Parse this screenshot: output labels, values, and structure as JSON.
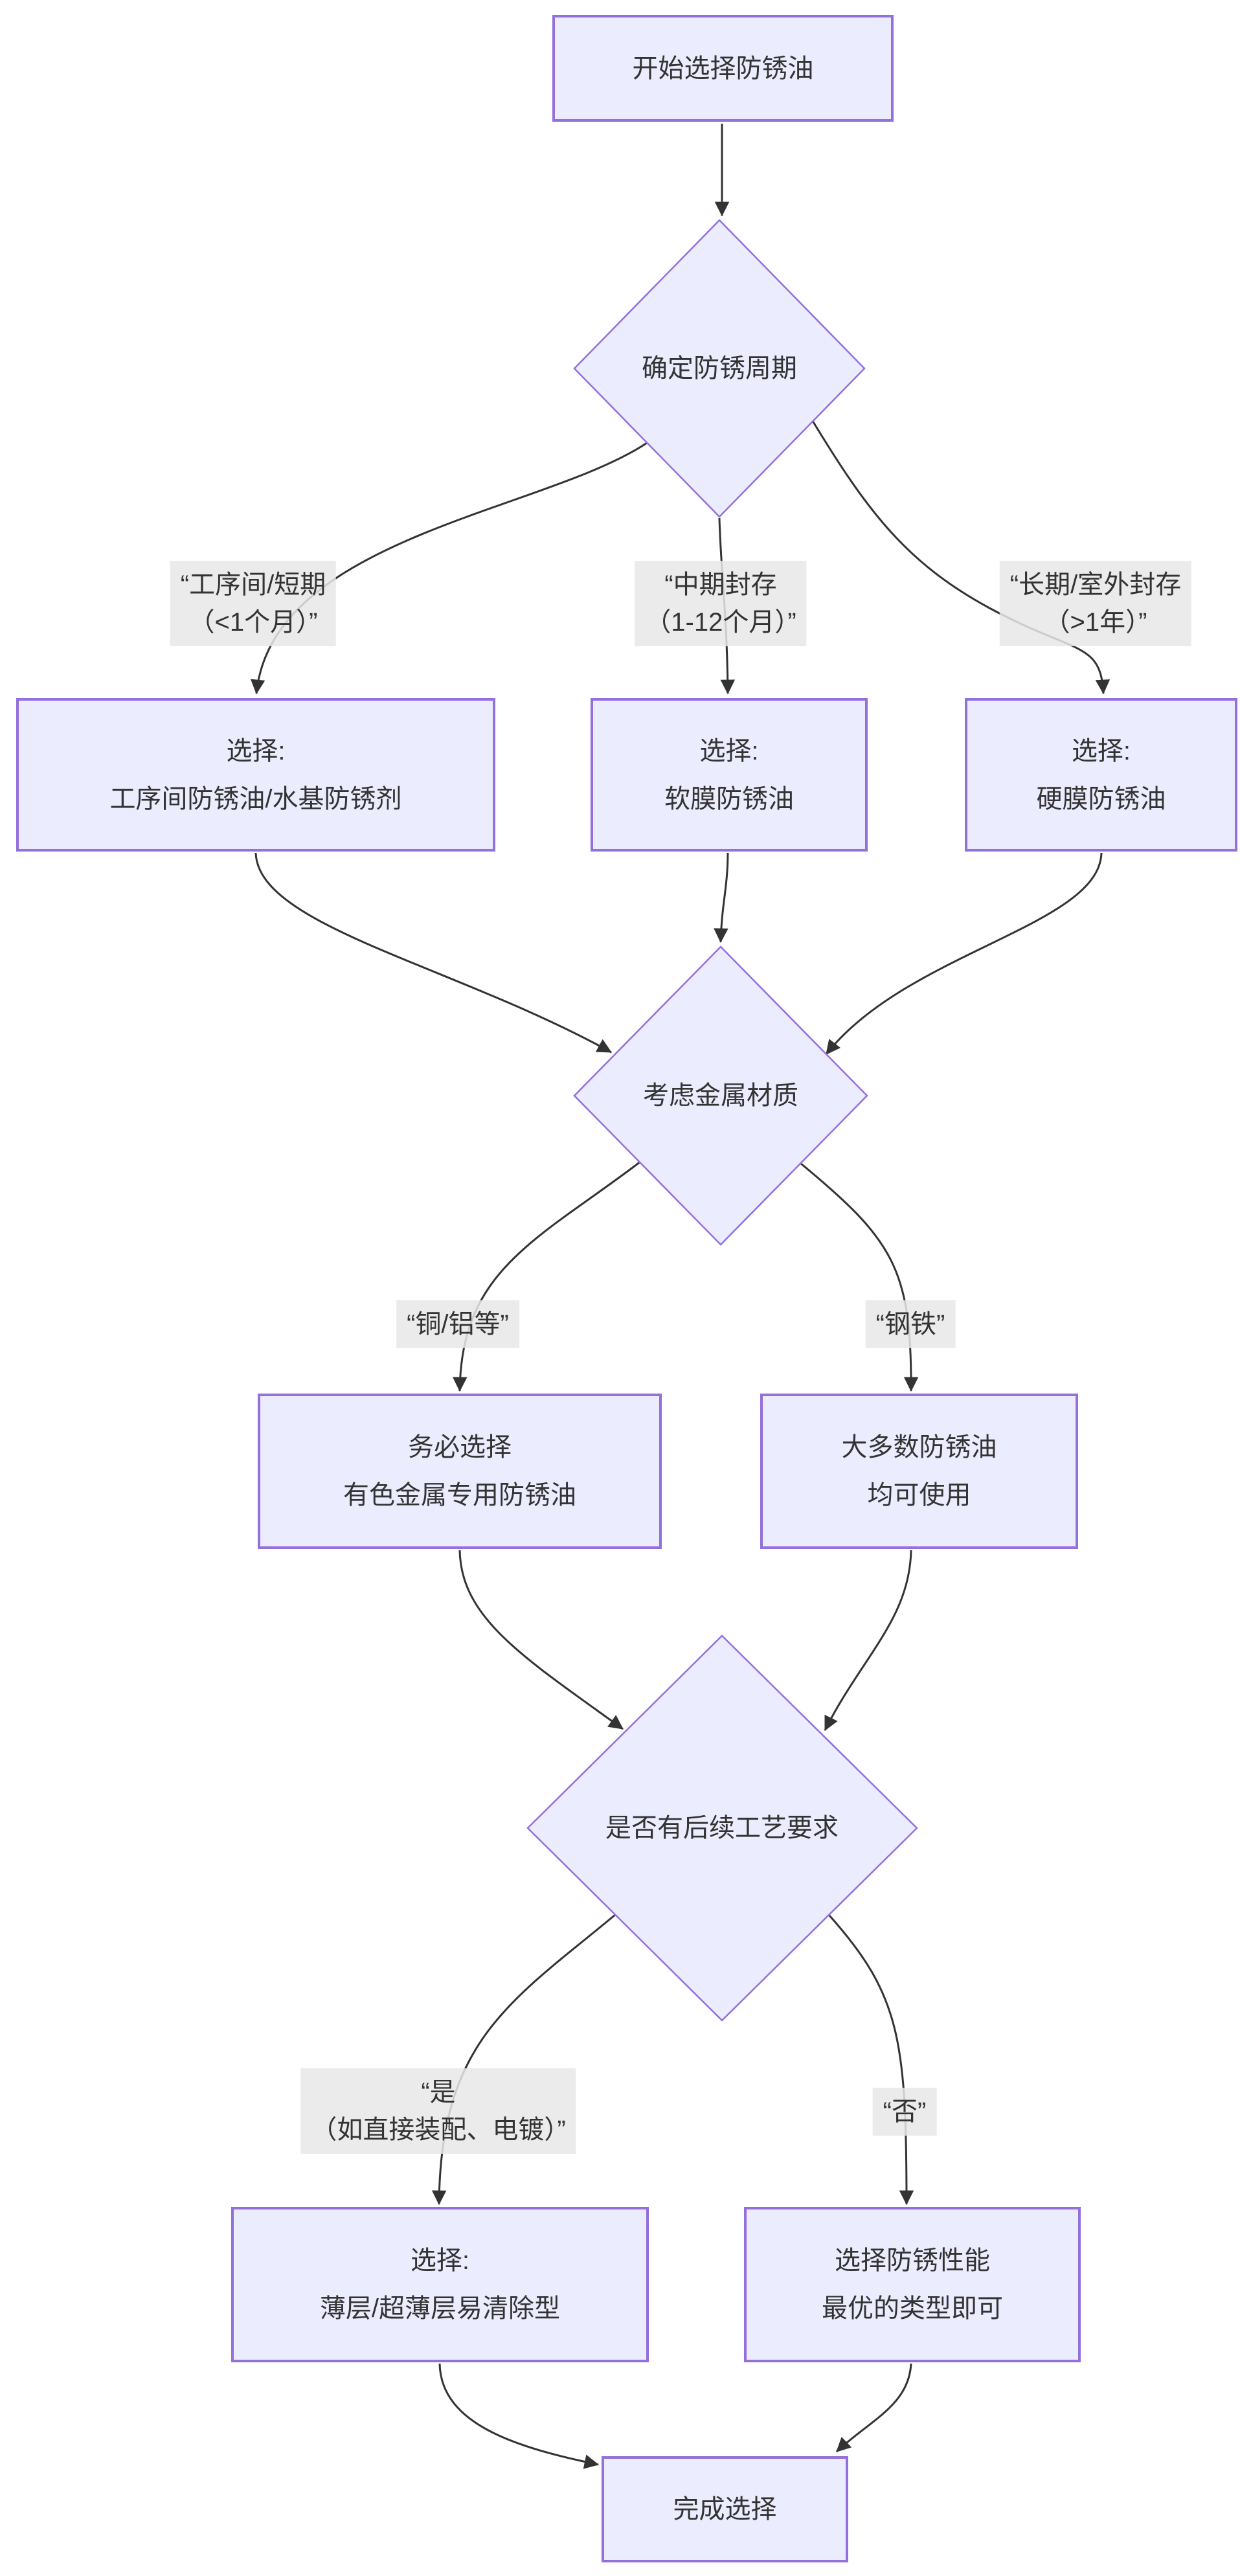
{
  "diagram": {
    "type": "flowchart",
    "colors": {
      "background": "#ffffff",
      "node_fill": "#ECECFF",
      "node_border": "#9370DB",
      "edge_line": "#333333",
      "edge_label_bg": "#e8e8e8",
      "text": "#333333"
    }
  },
  "nodes": {
    "start": {
      "label": "开始选择防锈油"
    },
    "q_cycle": {
      "label": "确定防锈周期"
    },
    "opt_short": {
      "line1": "选择:",
      "line2": "工序间防锈油/水基防锈剂"
    },
    "opt_soft": {
      "line1": "选择:",
      "line2": "软膜防锈油"
    },
    "opt_hard": {
      "line1": "选择:",
      "line2": "硬膜防锈油"
    },
    "q_metal": {
      "label": "考虑金属材质"
    },
    "opt_nonferrous": {
      "line1": "务必选择",
      "line2": "有色金属专用防锈油"
    },
    "opt_any": {
      "line1": "大多数防锈油",
      "line2": "均可使用"
    },
    "q_process": {
      "label": "是否有后续工艺要求"
    },
    "opt_thin": {
      "line1": "选择:",
      "line2": "薄层/超薄层易清除型"
    },
    "opt_best": {
      "line1": "选择防锈性能",
      "line2": "最优的类型即可"
    },
    "done": {
      "label": "完成选择"
    }
  },
  "edge_labels": {
    "short_term": {
      "line1": "“工序间/短期",
      "line2": "（<1个月）”"
    },
    "mid_term": {
      "line1": "“中期封存",
      "line2": "（1-12个月）”"
    },
    "long_term": {
      "line1": "“长期/室外封存",
      "line2": "（>1年）”"
    },
    "copper": {
      "line1": "“铜/铝等”"
    },
    "steel": {
      "line1": "“钢铁”"
    },
    "yes": {
      "line1": "“是",
      "line2": "（如直接装配、电镀）”"
    },
    "no": {
      "line1": "“否”"
    }
  }
}
